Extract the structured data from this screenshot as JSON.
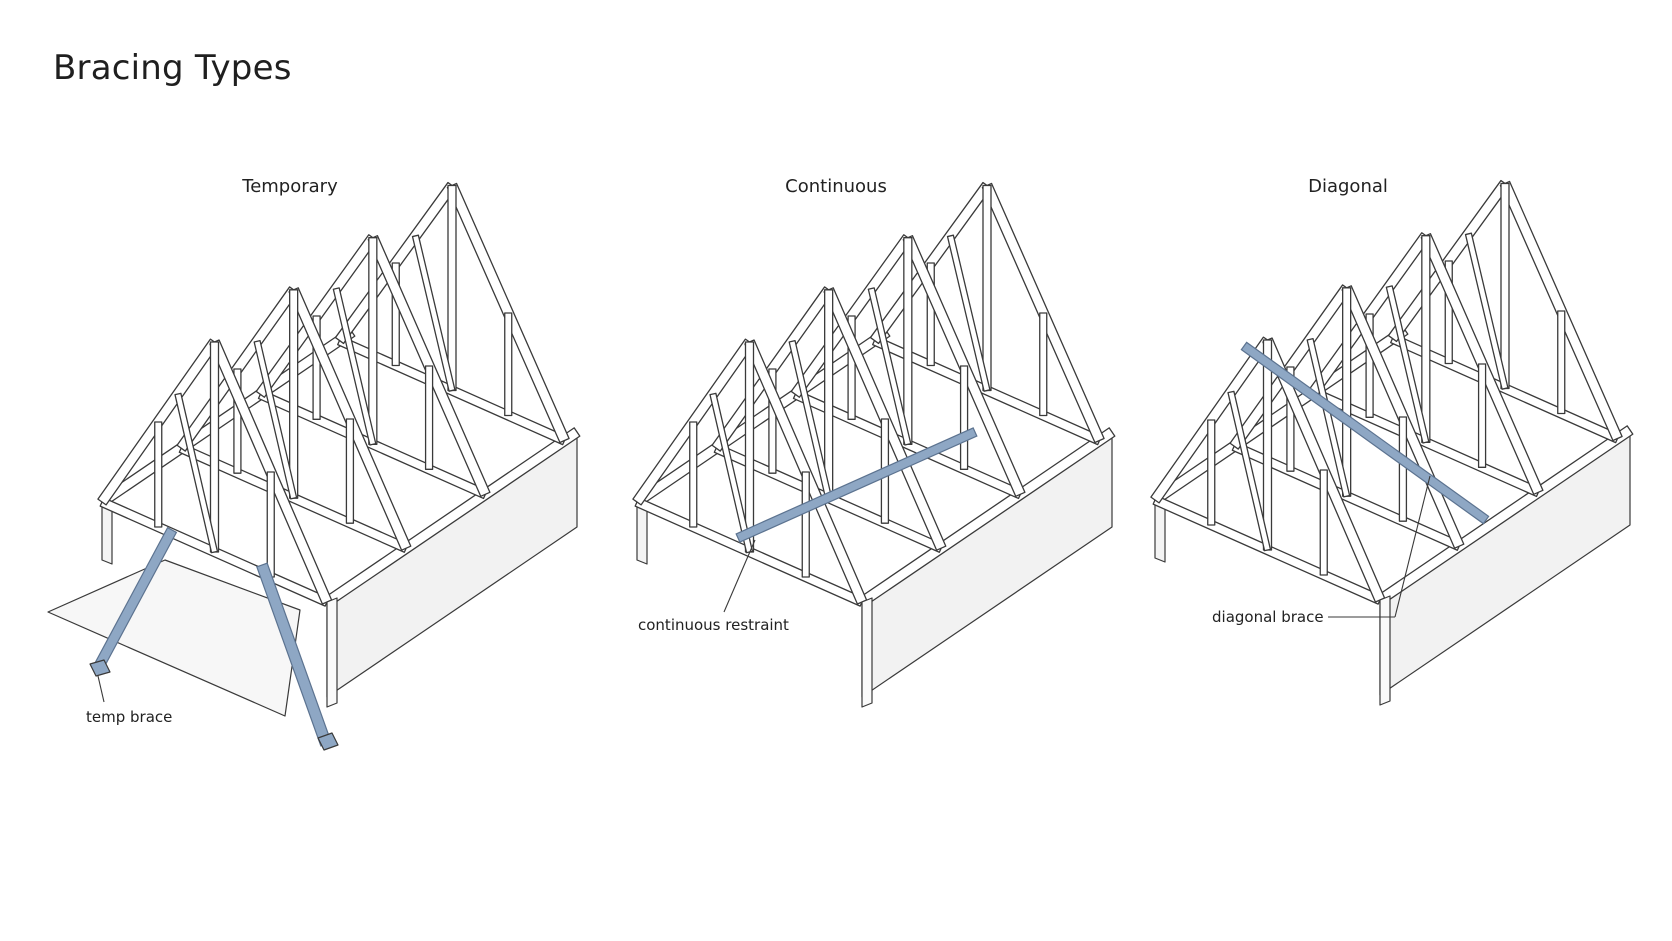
{
  "page": {
    "title": "Bracing Types"
  },
  "panels": [
    {
      "id": "temporary",
      "title": "Temporary",
      "callout": "temp brace"
    },
    {
      "id": "continuous",
      "title": "Continuous",
      "callout": "continuous restraint"
    },
    {
      "id": "diagonal",
      "title": "Diagonal",
      "callout": "diagonal brace"
    }
  ],
  "colors": {
    "brace": "#8ea7c4",
    "brace_edge": "#5c7390",
    "line": "#3a3a3a",
    "wall": "#ececec"
  }
}
